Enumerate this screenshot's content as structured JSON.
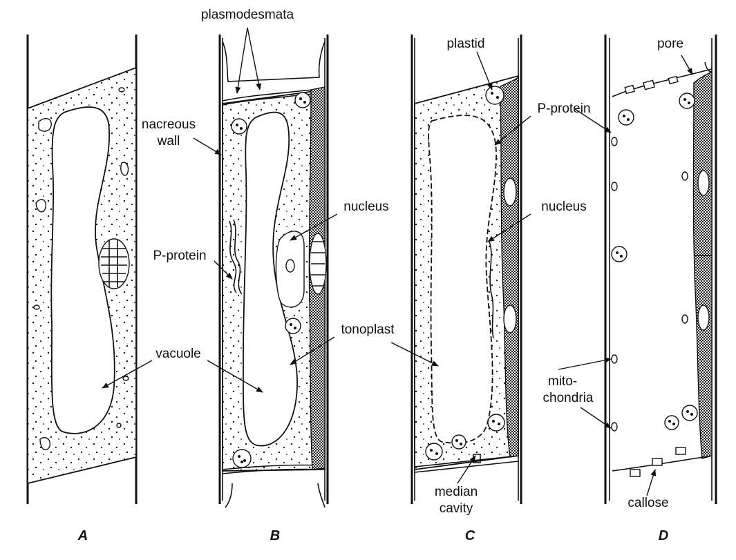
{
  "labels": {
    "plasmodesmata": "plasmodesmata",
    "nacreous_wall_1": "nacreous",
    "nacreous_wall_2": "wall",
    "p_protein_b": "P-protein",
    "vacuole": "vacuole",
    "nucleus_b": "nucleus",
    "tonoplast": "tonoplast",
    "plastid": "plastid",
    "p_protein_c": "P-protein",
    "nucleus_c": "nucleus",
    "median_cavity_1": "median",
    "median_cavity_2": "cavity",
    "pore": "pore",
    "mitochondria_1": "mito-",
    "mitochondria_2": "chondria",
    "callose": "callose"
  },
  "panels": [
    "A",
    "B",
    "C",
    "D"
  ]
}
